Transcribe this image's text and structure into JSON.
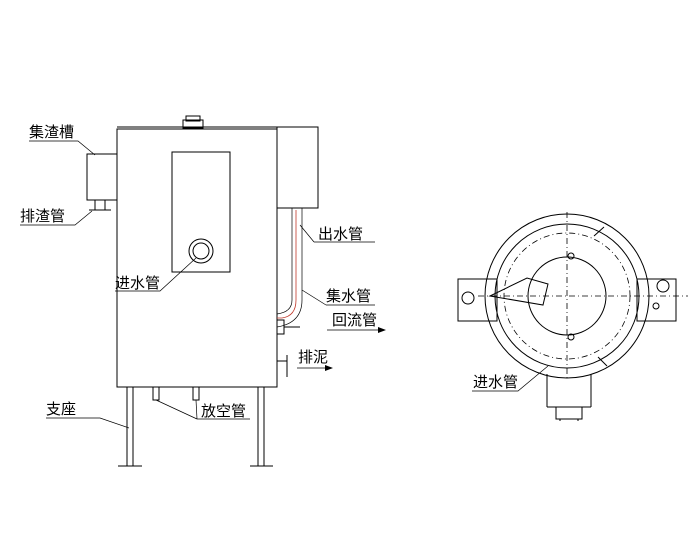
{
  "labels": {
    "slag_tank": "集渣槽",
    "slag_pipe": "排渣管",
    "outlet_pipe": "出水管",
    "inlet_pipe_front": "进水管",
    "collector_pipe": "集水管",
    "return_pipe": "回流管",
    "sludge_drain": "排泥",
    "support": "支座",
    "vent_pipe": "放空管",
    "inlet_pipe_plan": "进水管"
  }
}
